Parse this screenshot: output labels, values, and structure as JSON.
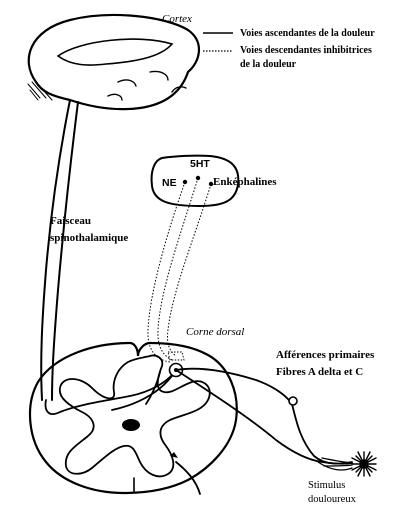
{
  "labels": {
    "cortex": "Cortex",
    "legend_ascending": "Voies ascendantes de la douleur",
    "legend_descending_line1": "Voies descendantes inhibitrices",
    "legend_descending_line2": "de la douleur",
    "ne": "NE",
    "five_ht": "5HT",
    "enkephalines": "Enképhalines",
    "faisceau_line1": "Faisceau",
    "faisceau_line2": "spinothalamique",
    "corne_dorsal": "Corne dorsal",
    "afferences_line1": "Afférences primaires",
    "afferences_line2": "Fibres A delta et C",
    "stimulus_line1": "Stimulus",
    "stimulus_line2": "douloureux"
  }
}
